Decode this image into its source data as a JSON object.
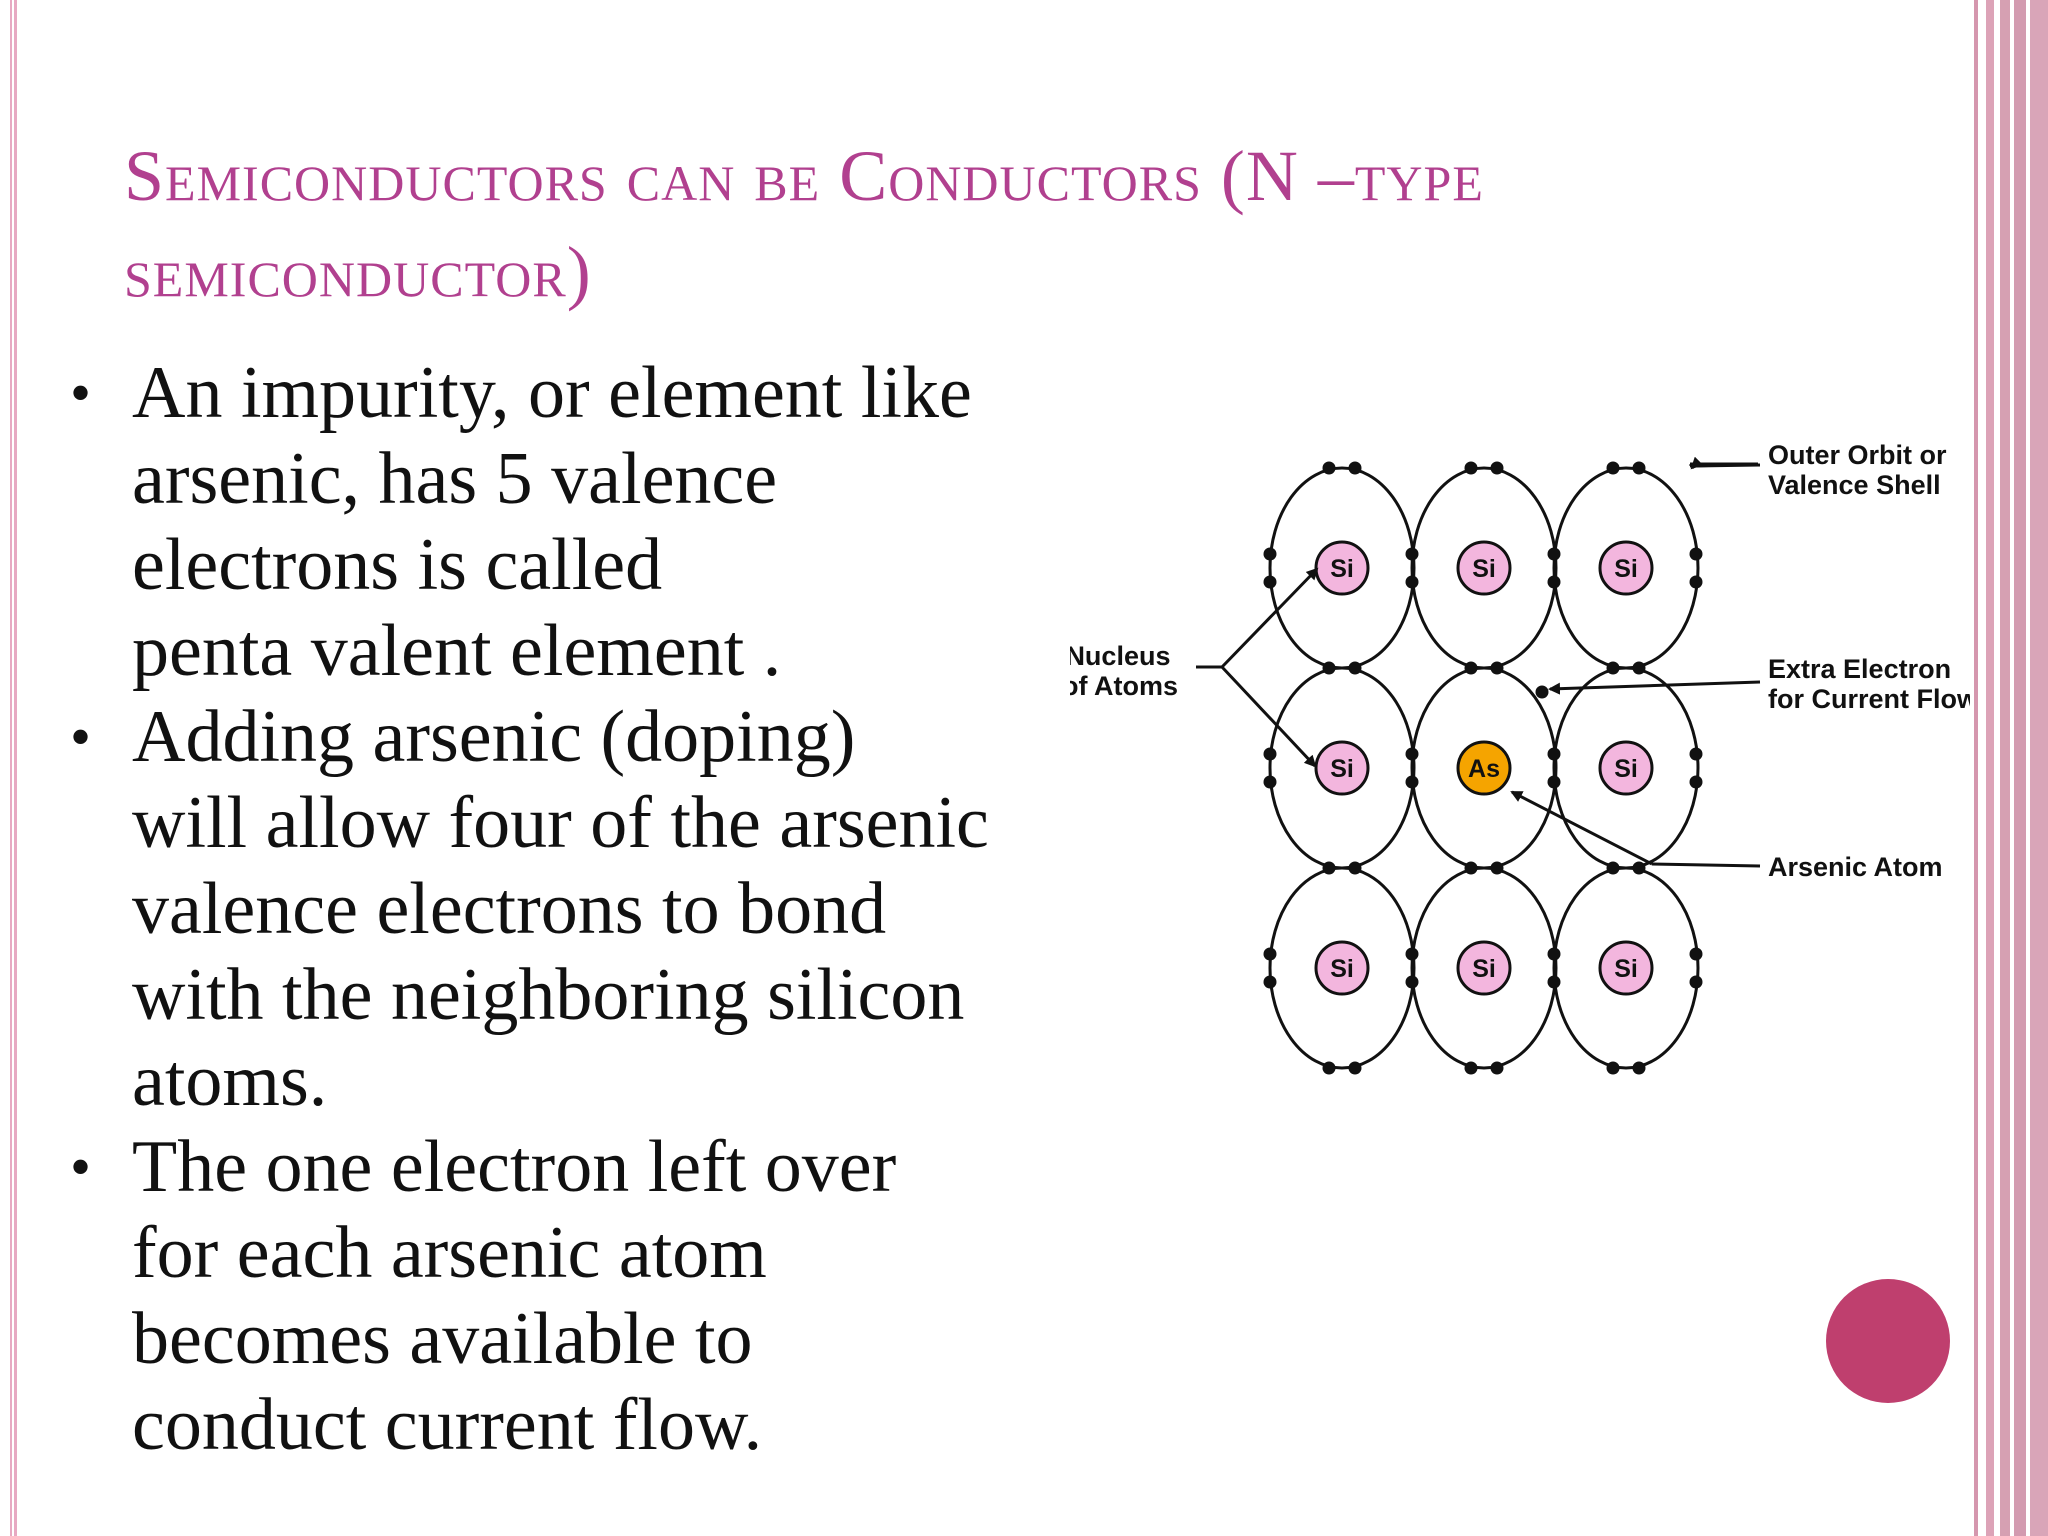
{
  "slide": {
    "title": "Semiconductors can be Conductors (N –type semiconductor)",
    "bullets": [
      {
        "lines": [
          "An impurity, or element like",
          "arsenic, has 5 valence",
          "electrons is called",
          "penta valent element ."
        ]
      },
      {
        "lines": [
          "Adding arsenic (doping)",
          "will allow four of the arsenic",
          "valence electrons to bond",
          "with the neighboring silicon",
          "atoms."
        ]
      },
      {
        "lines": [
          "The one electron left over",
          "for each arsenic atom",
          "becomes available to",
          "conduct current flow."
        ]
      }
    ],
    "bullet_symbol": "•"
  },
  "diagram": {
    "atom_grid": [
      [
        "Si",
        "Si",
        "Si"
      ],
      [
        "Si",
        "As",
        "Si"
      ],
      [
        "Si",
        "Si",
        "Si"
      ]
    ],
    "labels": {
      "outer_orbit": [
        "Outer Orbit or",
        "Valence Shell"
      ],
      "extra_electron": [
        "Extra Electron",
        "for Current Flow"
      ],
      "arsenic_atom": "Arsenic Atom",
      "nucleus": [
        "Nucleus",
        "of Atoms"
      ]
    },
    "colors": {
      "silicon_fill": "#f3b6de",
      "arsenic_fill": "#f5a400",
      "title": "#b1408f",
      "accent_circle": "#bf3f6e"
    }
  }
}
